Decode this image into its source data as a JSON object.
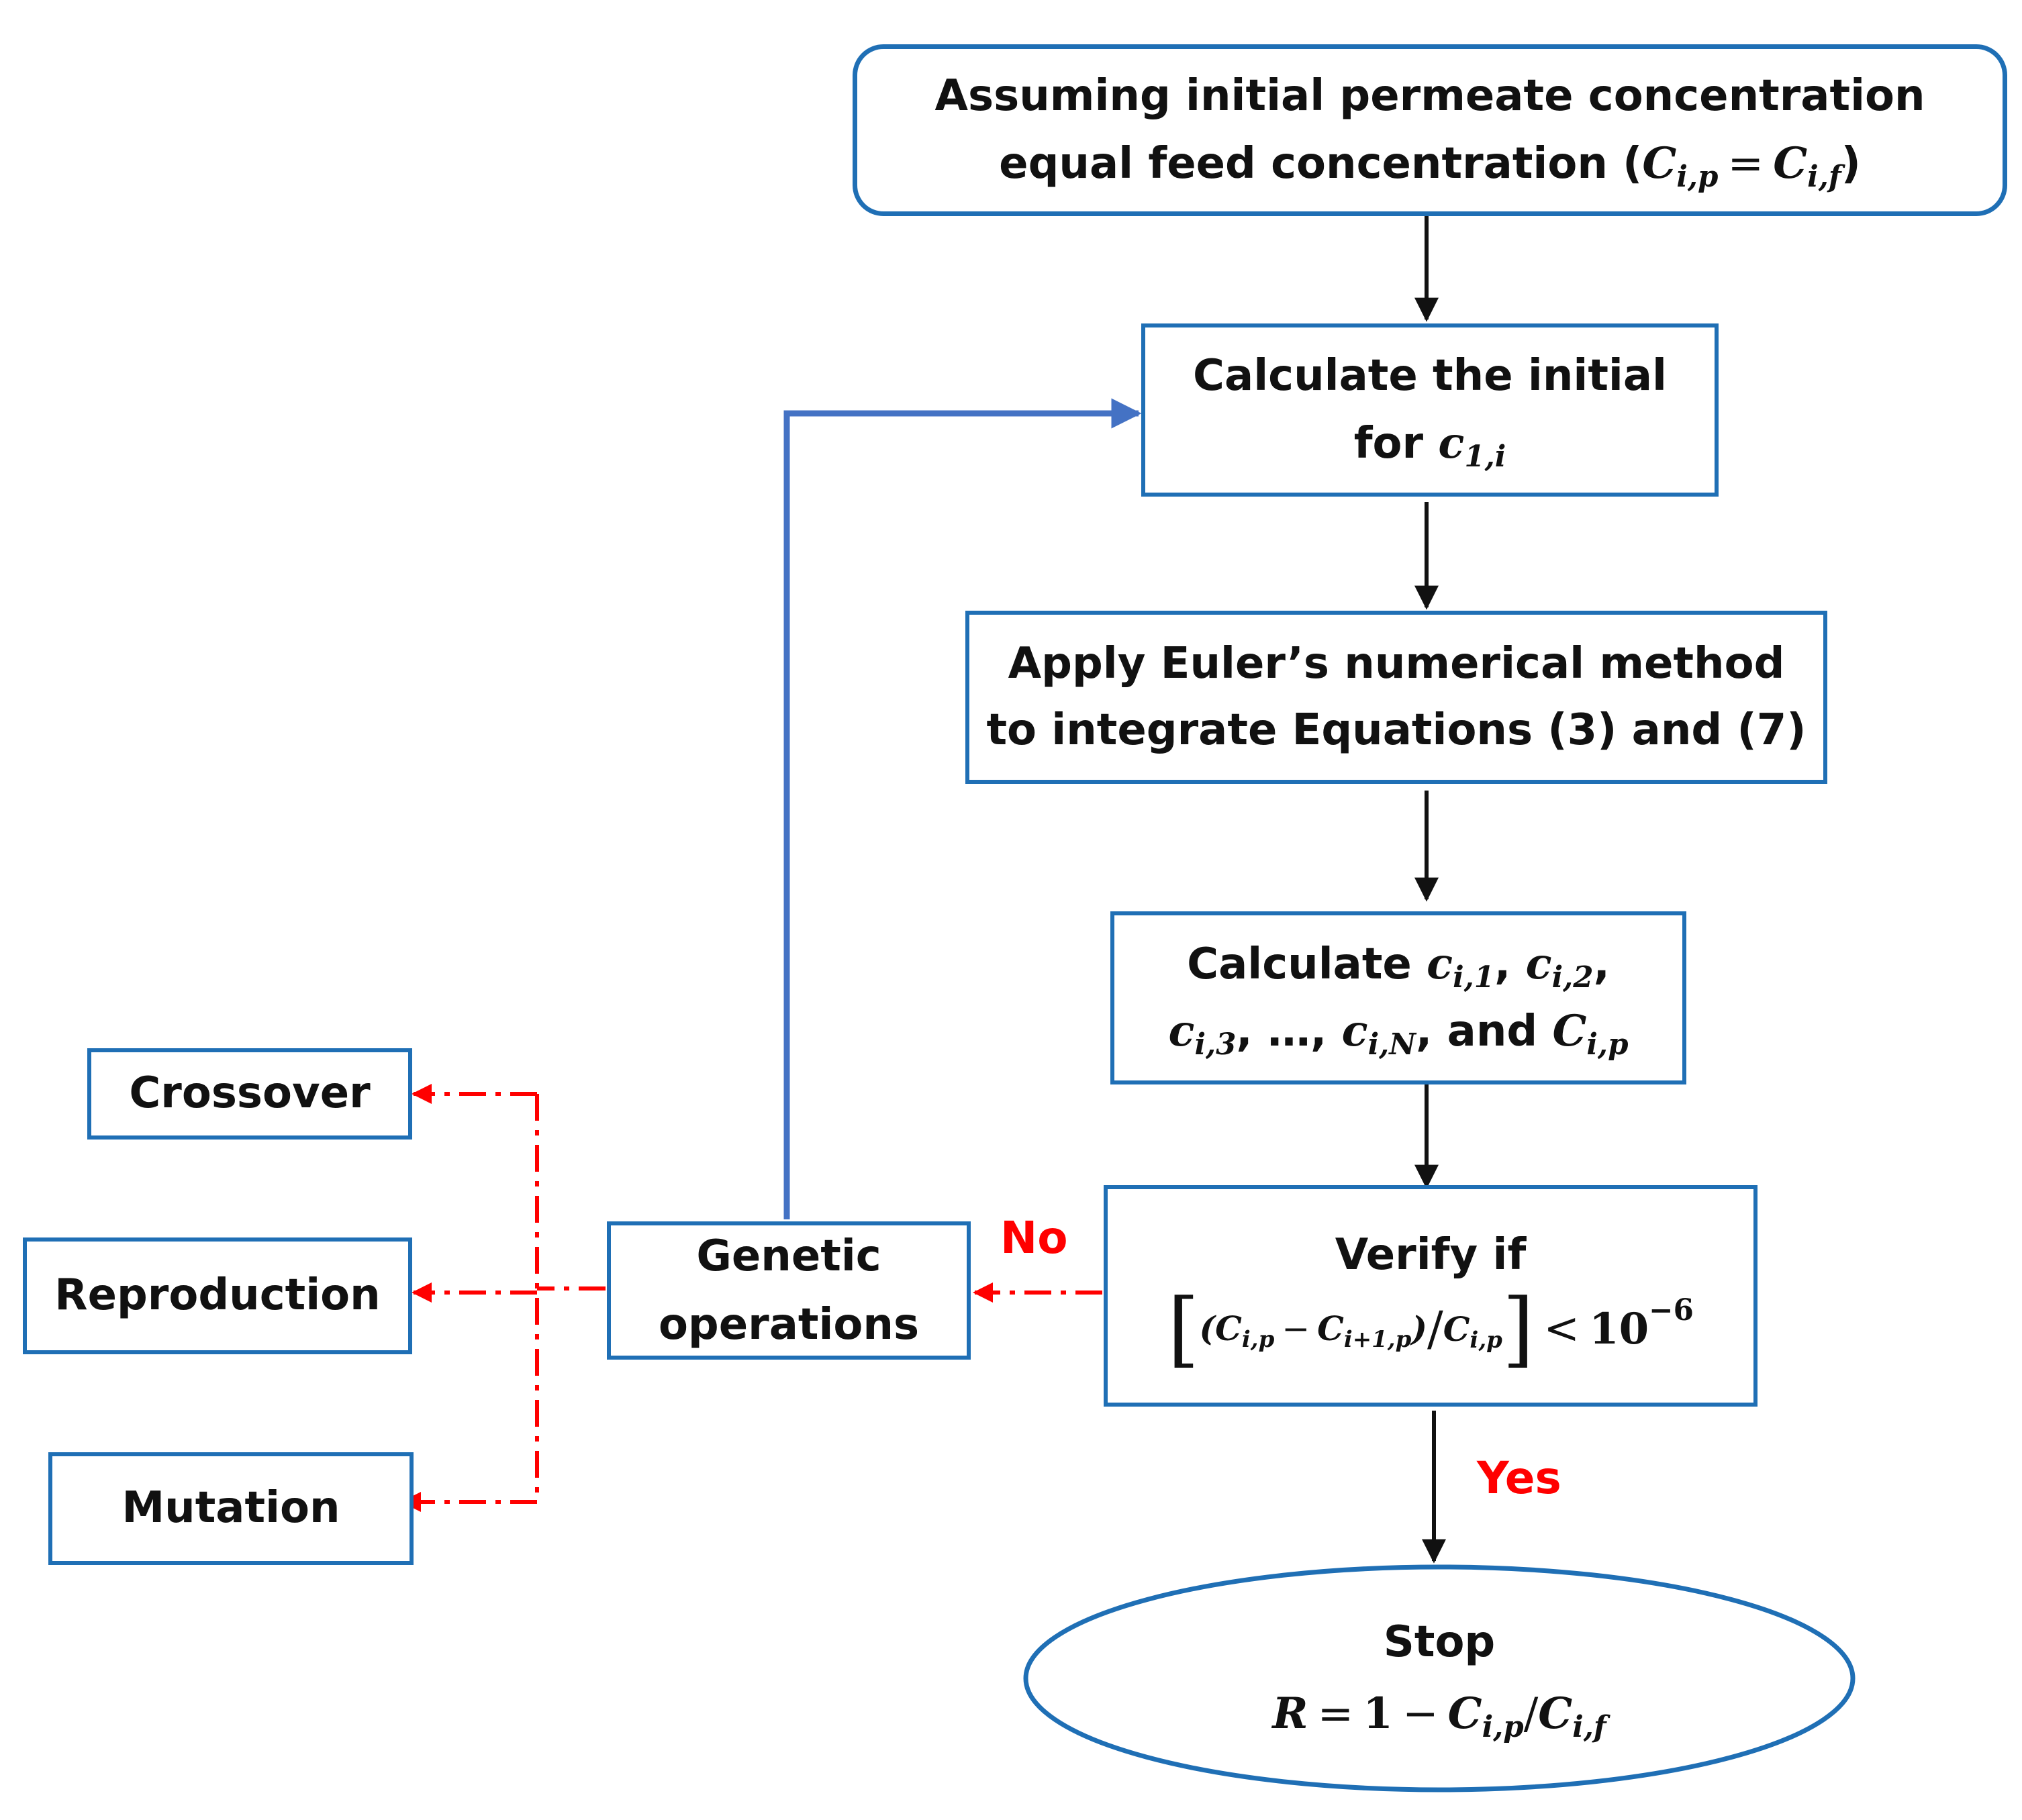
{
  "nodes": {
    "assume": {
      "line1": "Assuming initial permeate concentration",
      "line2": "equal feed concentration (",
      "math": "C",
      "math_sub": "i,p",
      "eq": "=",
      "math2": "C",
      "math2_sub": "i,f",
      "close": ")"
    },
    "calc_initial": {
      "line1": "Calculate the initial",
      "line2": "for ",
      "math": "c",
      "math_sub": "1,i"
    },
    "euler": {
      "line1": "Apply Euler’s numerical method",
      "line2": "to integrate Equations (3) and (7)"
    },
    "calc_c": {
      "word": "Calculate ",
      "c1": "c",
      "c1_sub": "i,1",
      "c2": "c",
      "c2_sub": "i,2",
      "c3": "c",
      "c3_sub": "i,3",
      "dots": "…,",
      "cn": "c",
      "cn_sub": "i,N",
      "and": ", and ",
      "cp": "C",
      "cp_sub": "i,p"
    },
    "verify": {
      "line1": "Verify if",
      "num_a": "C",
      "num_a_sub": "i,p",
      "minus": "−",
      "num_b": "C",
      "num_b_sub": "i+1,p",
      "den": "C",
      "den_sub": "i,p",
      "lt": "<",
      "ten": "10",
      "exp": "−6"
    },
    "stop": {
      "line1": "Stop",
      "r": "R",
      "eq": "=",
      "one": "1",
      "minus": "−",
      "num": "C",
      "num_sub": "i,p",
      "den": "C",
      "den_sub": "i,f"
    },
    "genetic": {
      "line1": "Genetic",
      "line2": "operations"
    },
    "crossover": {
      "label": "Crossover"
    },
    "reproduction": {
      "label": "Reproduction"
    },
    "mutation": {
      "label": "Mutation"
    }
  },
  "edge_labels": {
    "no": "No",
    "yes": "Yes"
  },
  "colors": {
    "box_border": "#1f6fb5",
    "feedback_line": "#4472c4",
    "dashdot": "#ff0000",
    "label_red": "#ff0000"
  }
}
